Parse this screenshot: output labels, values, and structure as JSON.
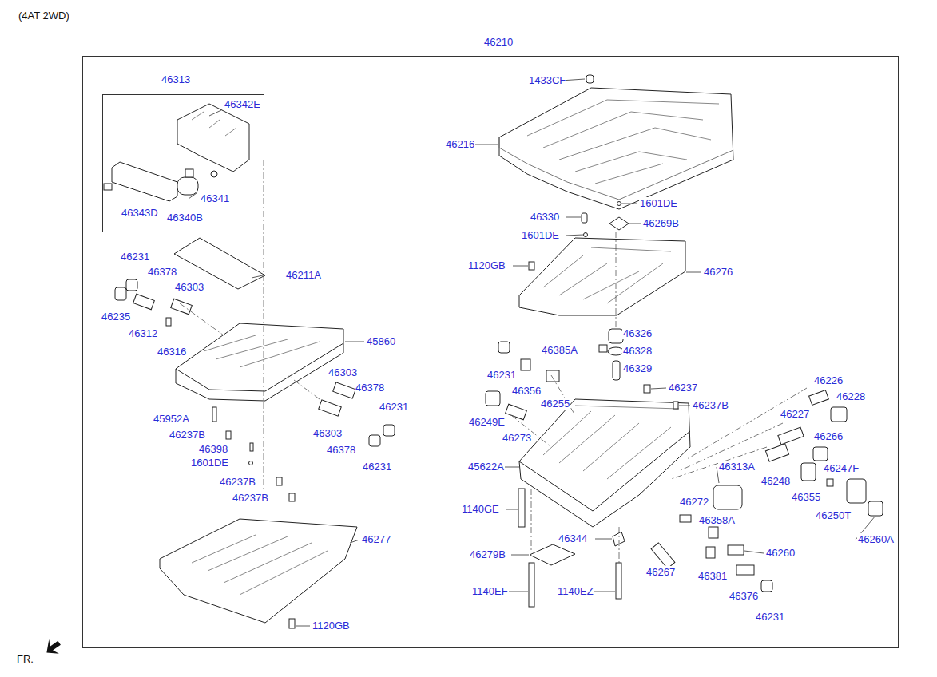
{
  "diagram": {
    "nodes": [
      {
        "text": [
          "46210"
        ]
      },
      {
        "text": [
          "46313"
        ],
        "in": 0
      }
    ],
    "labels": [
      "(4AT 2WD)",
      "FR.",
      "46342E",
      "46343D",
      "46340B",
      "46341",
      "46211A",
      "46231",
      "46378",
      "46303",
      "46235",
      "46312",
      "46316",
      "45860",
      "46303",
      "46378",
      "46231",
      "46303",
      "45952A",
      "46237B",
      "46378",
      "46231",
      "46398",
      "1601DE",
      "46237B",
      "46237B",
      "46277",
      "1120GB",
      "1433CF",
      "46216",
      "1601DE",
      "46330",
      "46269B",
      "1601DE",
      "1120GB",
      "46276",
      "46326",
      "46385A",
      "46328",
      "46231",
      "46356",
      "46255",
      "46329",
      "46237",
      "46237B",
      "46226",
      "46228",
      "46227",
      "46249E",
      "46273",
      "46266",
      "45622A",
      "46313A",
      "46248",
      "46247F",
      "46355",
      "1140GE",
      "46272",
      "46250T",
      "46358A",
      "46260A",
      "46344",
      "46260",
      "46279B",
      "46267",
      "46381",
      "46376",
      "1140EF",
      "1140EZ",
      "46231"
    ]
  }
}
